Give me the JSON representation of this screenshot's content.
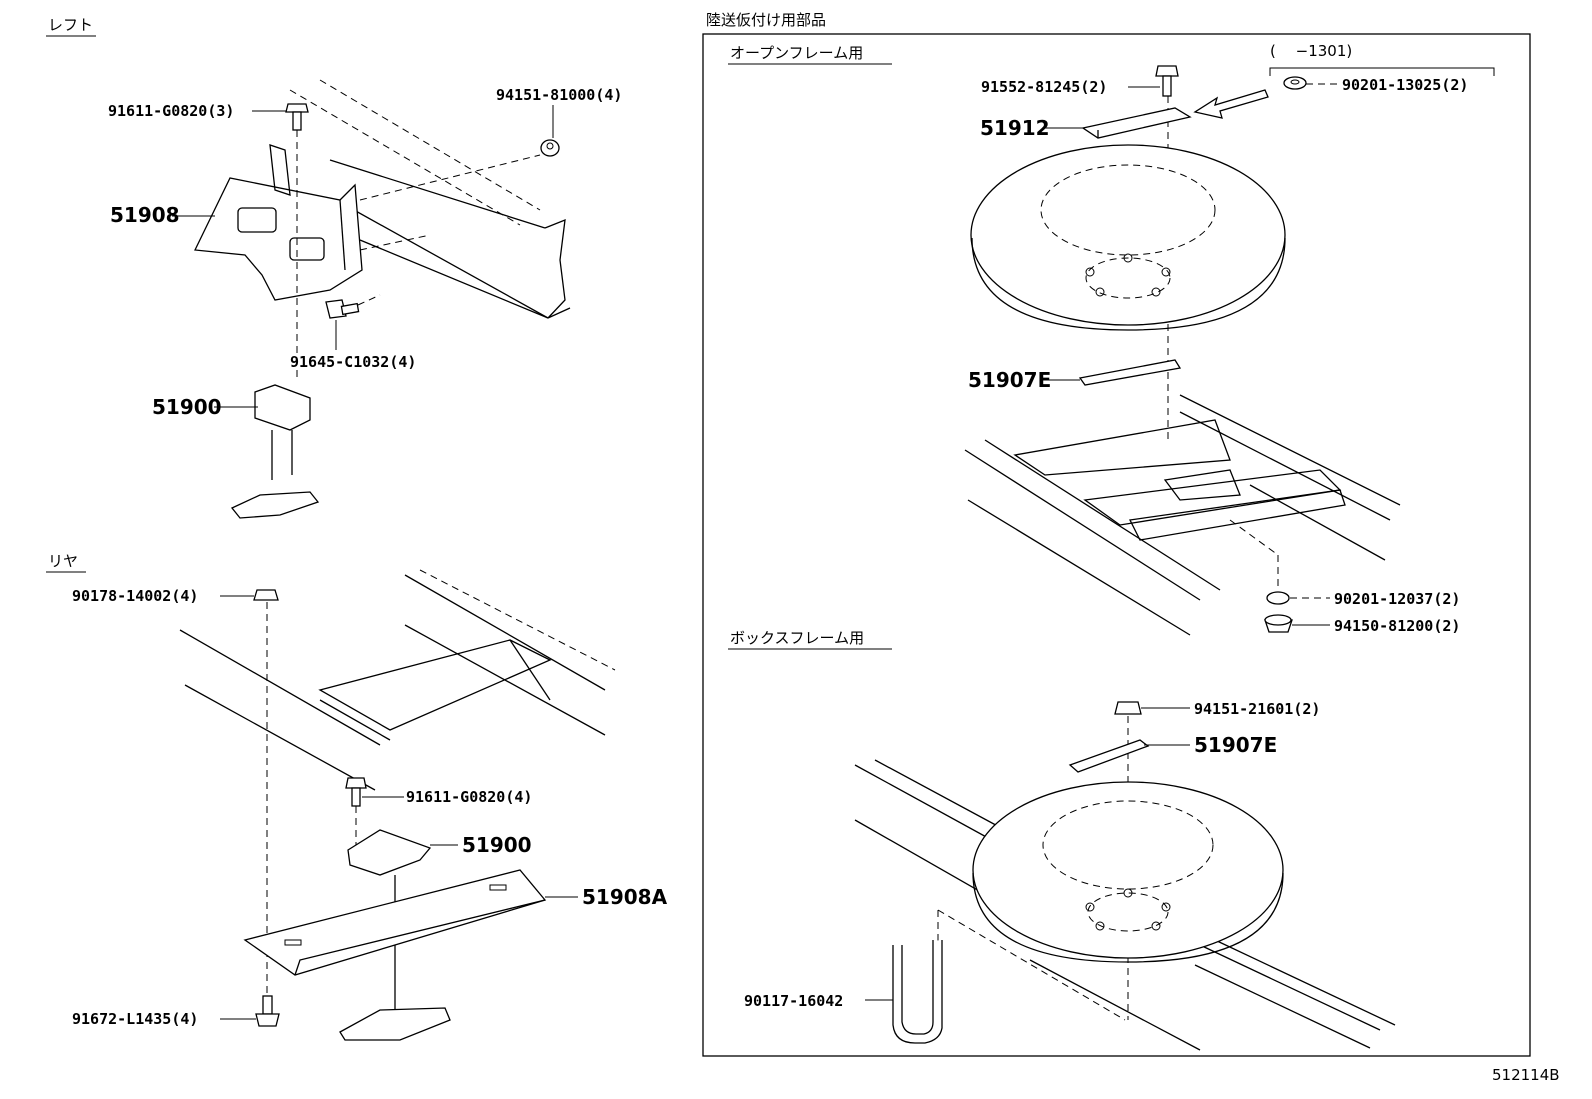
{
  "sections": {
    "left": "レフト",
    "rear": "リヤ",
    "transport": "陸送仮付け用部品",
    "open_frame": "オープンフレーム用",
    "box_frame": "ボックスフレーム用"
  },
  "parts": {
    "p91611_g0820_3": "91611-G0820(3)",
    "p94151_81000_4": "94151-81000(4)",
    "p51908": "51908",
    "p91645_c1032_4": "91645-C1032(4)",
    "p51900_left": "51900",
    "p90178_14002_4": "90178-14002(4)",
    "p91611_g0820_4": "91611-G0820(4)",
    "p51900_rear": "51900",
    "p51908a": "51908A",
    "p91672_l1435_4": "91672-L1435(4)",
    "p91552_81245_2": "91552-81245(2)",
    "p51912": "51912",
    "range_note": "(　 −1301)",
    "p90201_13025_2": "90201-13025(2)",
    "p51907e_open": "51907E",
    "p90201_12037_2": "90201-12037(2)",
    "p94150_81200_2": "94150-81200(2)",
    "p94151_21601_2": "94151-21601(2)",
    "p51907e_box": "51907E",
    "p90117_16042": "90117-16042"
  },
  "figure_ref": "512114B"
}
